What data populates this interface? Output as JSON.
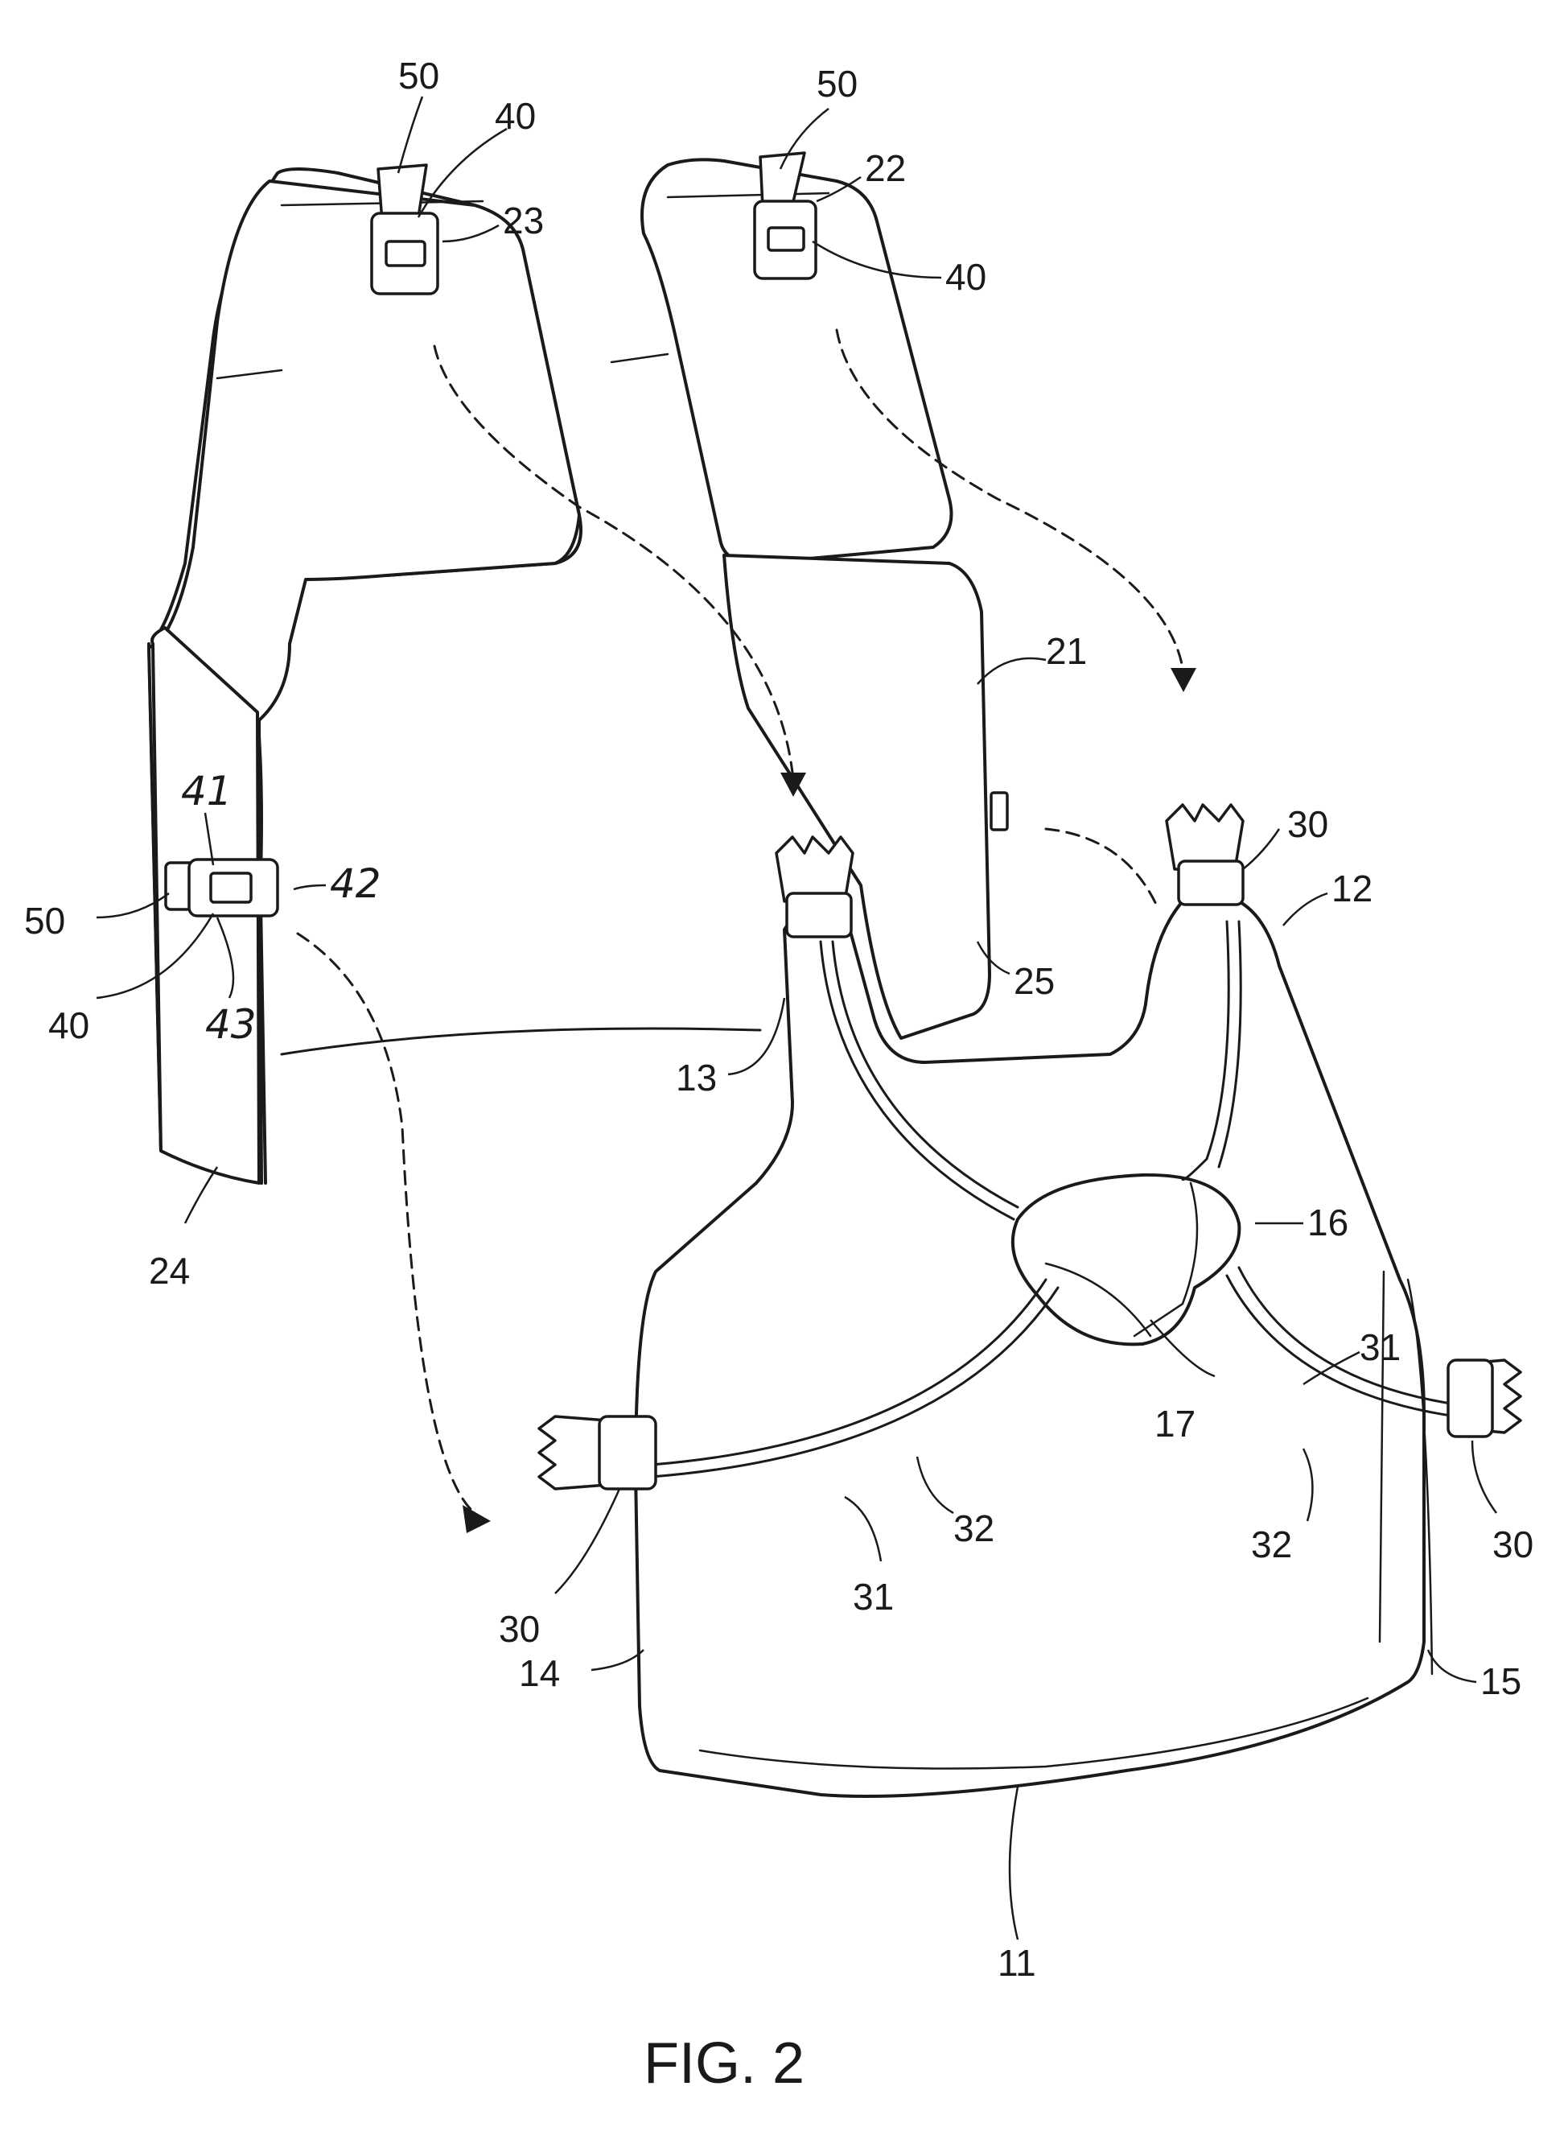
{
  "figure": {
    "caption": "FIG. 2",
    "labels": {
      "l50_top_left": "50",
      "l40_top_left": "40",
      "l23": "23",
      "l50_top_right": "50",
      "l22": "22",
      "l40_top_right": "40",
      "l21": "21",
      "l41": "41",
      "l42": "42",
      "l50_side": "50",
      "l40_side": "40",
      "l43": "43",
      "l24": "24",
      "l13": "13",
      "l25": "25",
      "l30_top": "30",
      "l12": "12",
      "l16": "16",
      "l17": "17",
      "l31_right": "31",
      "l32_left": "32",
      "l32_right": "32",
      "l31_left": "31",
      "l30_left": "30",
      "l30_right": "30",
      "l14": "14",
      "l15": "15",
      "l11": "11"
    }
  }
}
